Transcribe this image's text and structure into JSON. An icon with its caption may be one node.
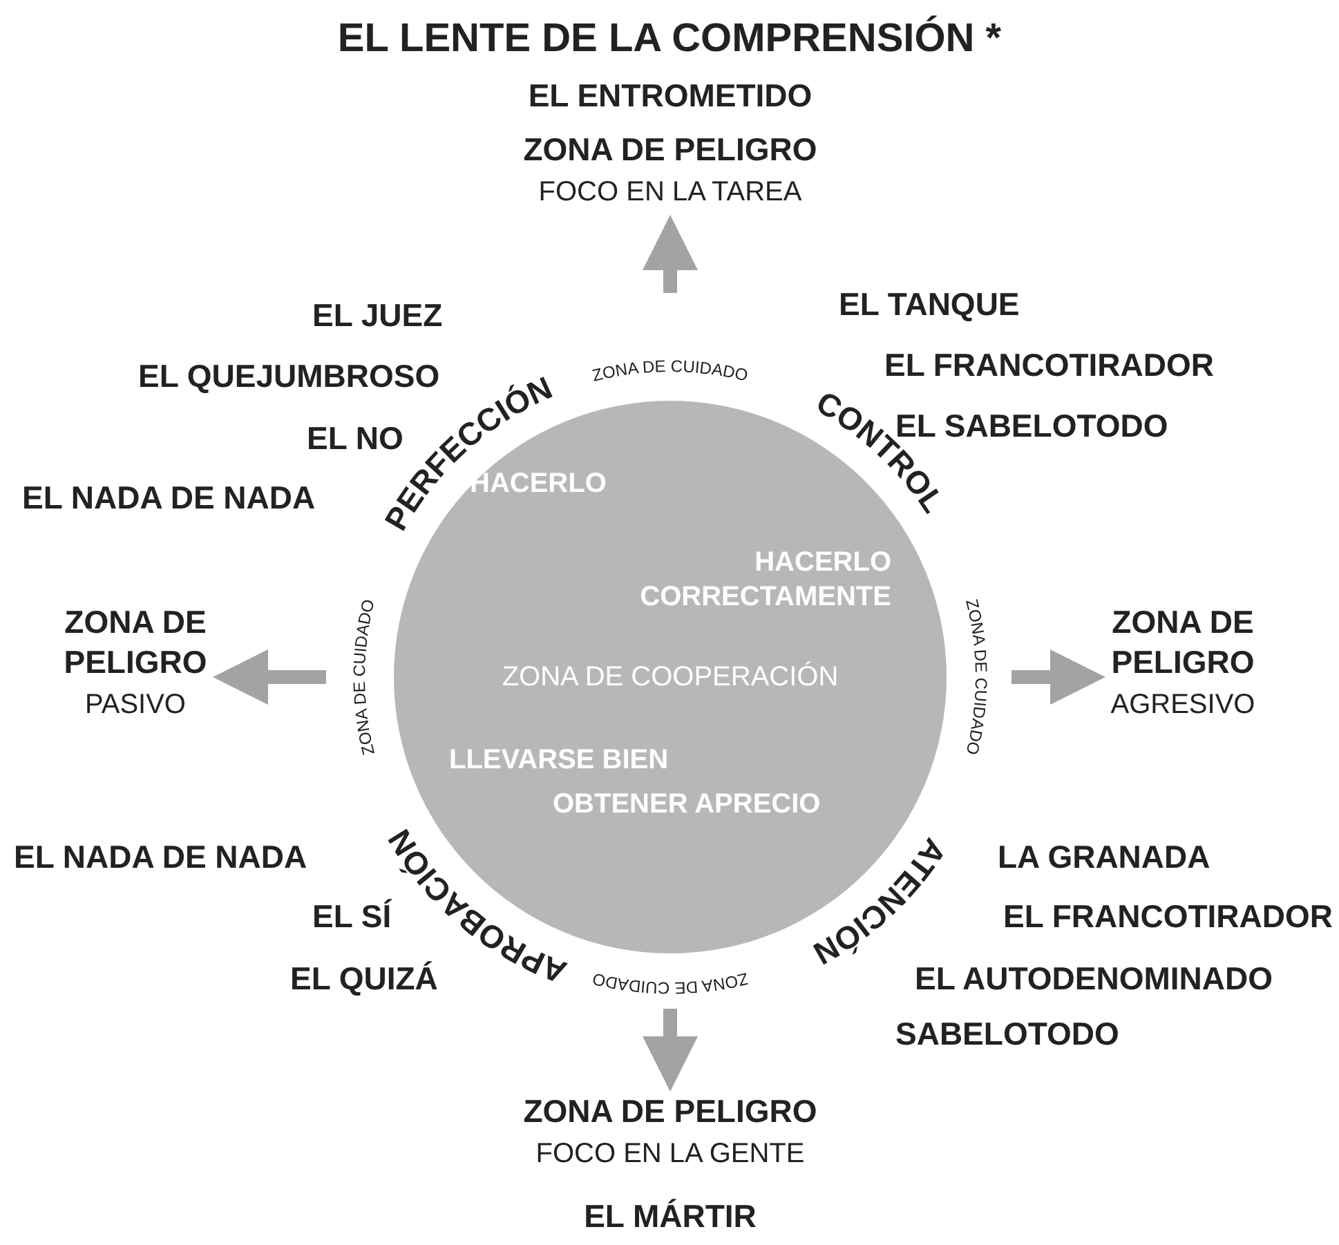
{
  "diagram": {
    "title": "EL LENTE DE LA COMPRENSIÓN *",
    "nodes": [
      {
        "text": [
          "HACERLO",
          "HACERLO CORRECTAMENTE",
          "ZONA DE COOPERACIÓN",
          "LLEVARSE BIEN",
          "OBTENER APRECIO"
        ]
      },
      {
        "text": [
          "EL ENTROMETIDO",
          "ZONA DE PELIGRO",
          "FOCO EN LA TAREA"
        ]
      },
      {
        "text": [
          "ZONA DE PELIGRO",
          "PASIVO"
        ]
      },
      {
        "text": [
          "ZONA DE PELIGRO",
          "AGRESIVO"
        ]
      },
      {
        "text": [
          "ZONA DE PELIGRO",
          "FOCO EN LA GENTE",
          "EL MÁRTIR"
        ]
      }
    ],
    "edges": [
      {
        "from": null,
        "to": 1,
        "arrow": "to"
      },
      {
        "from": null,
        "to": 2,
        "arrow": "to"
      },
      {
        "from": null,
        "to": 3,
        "arrow": "to"
      },
      {
        "from": null,
        "to": 4,
        "arrow": "to"
      }
    ],
    "labels": [
      "EL JUEZ",
      "EL QUEJUMBROSO",
      "EL NO",
      "EL NADA DE NADA",
      "EL TANQUE",
      "EL FRANCOTIRADOR",
      "EL SABELOTODO",
      "PERFECCIÓN",
      "ZONA DE CUIDADO",
      "CONTROL",
      "ZONA DE CUIDADO",
      "ZONA DE CUIDADO",
      "APROBACIÓN",
      "ZONA DE CUIDADO",
      "ATENCIÓN",
      "EL NADA DE NADA",
      "EL SÍ",
      "EL QUIZÁ",
      "LA GRANADA",
      "EL FRANCOTIRADOR",
      "EL AUTODENOMINADO SABELOTODO"
    ]
  }
}
